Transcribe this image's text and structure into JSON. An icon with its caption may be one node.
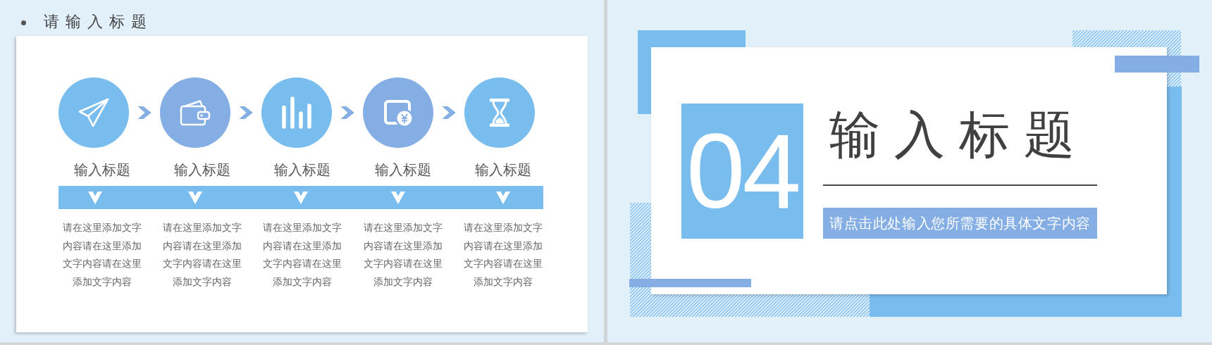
{
  "diagram": {
    "title": "请输入标题",
    "nodes": [
      {
        "text": [],
        "shape": "box"
      },
      {
        "text": [],
        "shape": "circle",
        "in": 0,
        "beside": [
          "输入标题"
        ]
      },
      {
        "text": [],
        "shape": "circle",
        "in": 0,
        "beside": [
          "输入标题"
        ]
      },
      {
        "text": [],
        "shape": "circle",
        "in": 0,
        "beside": [
          "输入标题"
        ]
      },
      {
        "text": [],
        "shape": "circle",
        "in": 0,
        "beside": [
          "输入标题"
        ]
      },
      {
        "text": [],
        "shape": "circle",
        "in": 0,
        "beside": [
          "输入标题"
        ]
      },
      {
        "text": [
          "输入标题"
        ]
      },
      {
        "text": [
          "04"
        ],
        "in": 6
      },
      {
        "text": [
          "请点击此处输入您所需要的具体文字内容"
        ],
        "in": 6
      }
    ],
    "edges": [
      {
        "from": 1,
        "to": 2,
        "arrow": "to"
      },
      {
        "from": 2,
        "to": 3,
        "arrow": "to"
      },
      {
        "from": 3,
        "to": 4,
        "arrow": "to"
      },
      {
        "from": 4,
        "to": 5,
        "arrow": "to"
      }
    ],
    "labels": [
      "请在这里添加文字内容请在这里添加文字内容请在这里添加文字内容",
      "请在这里添加文字内容请在这里添加文字内容请在这里添加文字内容",
      "请在这里添加文字内容请在这里添加文字内容请在这里添加文字内容",
      "请在这里添加文字内容请在这里添加文字内容请在这里添加文字内容",
      "请在这里添加文字内容请在这里添加文字内容请在这里添加文字内容"
    ]
  }
}
